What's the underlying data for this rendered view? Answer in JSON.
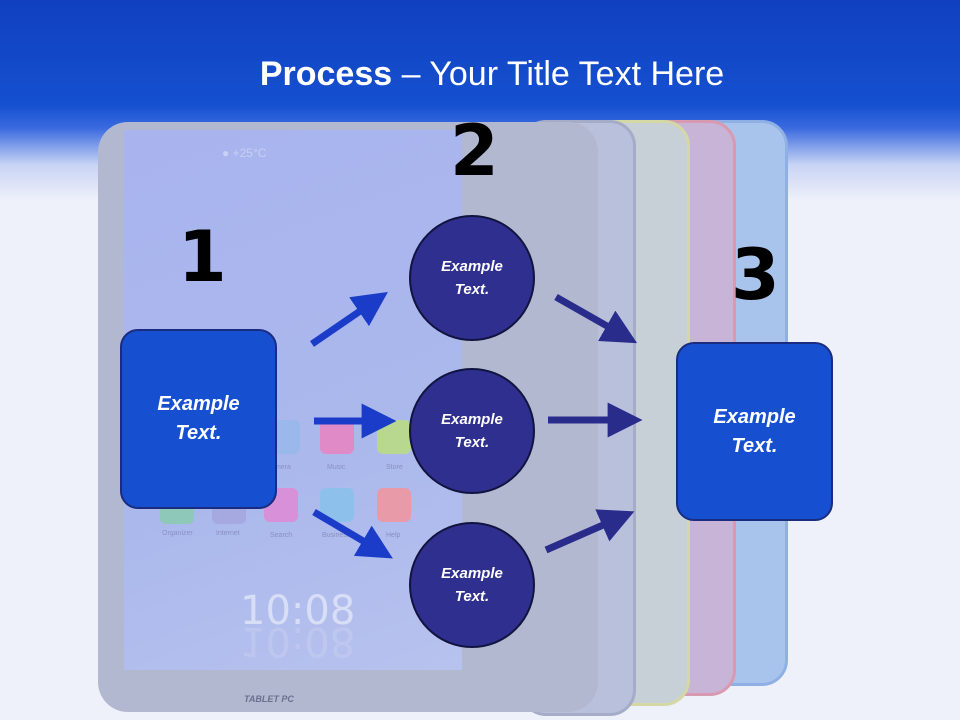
{
  "slide": {
    "title_bold": "Process",
    "title_rest": " – Your Title Text Here"
  },
  "background": {
    "status_text": "●  +25°C",
    "apps": [
      {
        "label": "Camera",
        "color": "#9ab8ec"
      },
      {
        "label": "Music",
        "color": "#e08ac8"
      },
      {
        "label": "Store",
        "color": "#b8d890"
      },
      {
        "label": "Organizer",
        "color": "#8ec8b8"
      },
      {
        "label": "Internet",
        "color": "#a6a8e0"
      },
      {
        "label": "Search",
        "color": "#d890d8"
      },
      {
        "label": "Business",
        "color": "#8ec0ec"
      },
      {
        "label": "Help",
        "color": "#e89aa8"
      }
    ],
    "clock": "10:08",
    "brand": "TABLET PC"
  },
  "diagram": {
    "step1": {
      "number": "1",
      "line1": "Example",
      "line2": "Text."
    },
    "step2": {
      "number": "2",
      "circles": [
        {
          "line1": "Example",
          "line2": "Text."
        },
        {
          "line1": "Example",
          "line2": "Text."
        },
        {
          "line1": "Example",
          "line2": "Text."
        }
      ]
    },
    "step3": {
      "number": "3",
      "line1": "Example",
      "line2": "Text."
    }
  },
  "colors": {
    "header": "#1550d0",
    "box_fill": "#1650d0",
    "circle_fill": "#2e2f8e",
    "arrow": "#1a3cc8",
    "arrow_dark": "#2a2c8c"
  }
}
